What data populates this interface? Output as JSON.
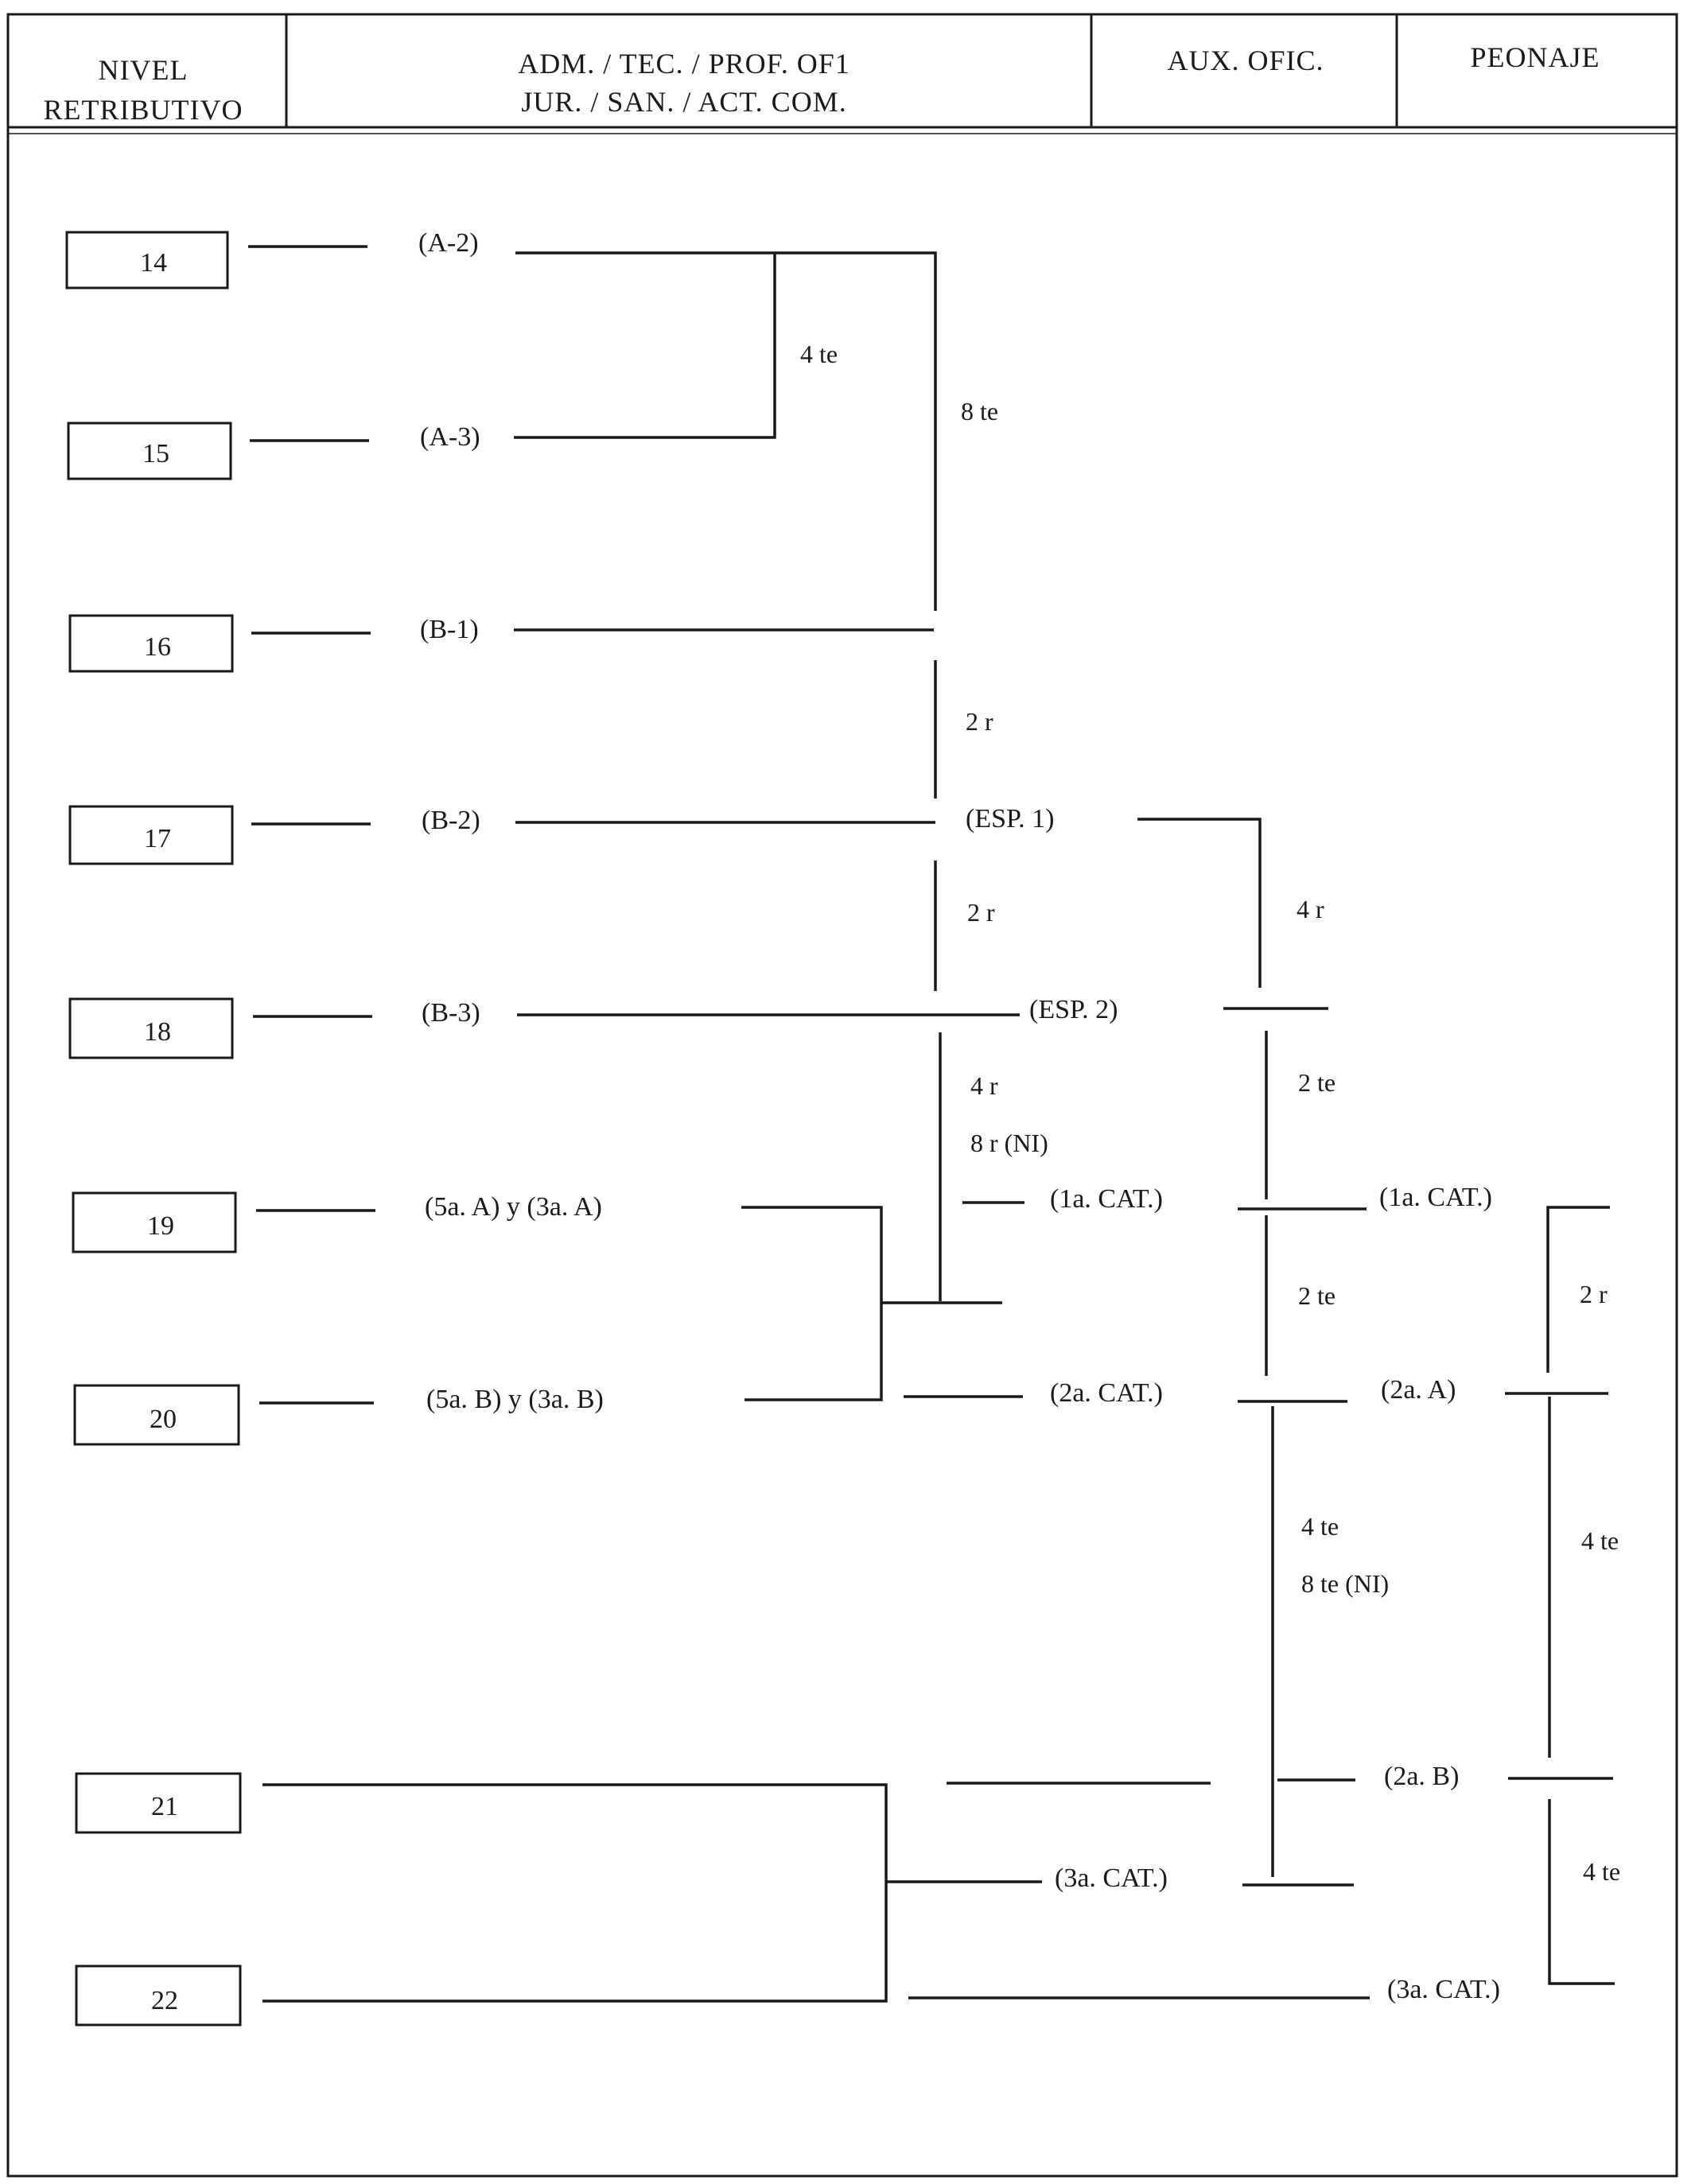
{
  "header": {
    "col1_line1": "NIVEL",
    "col1_line2": "RETRIBUTIVO",
    "col2_line1": "ADM. / TEC. / PROF. OF1",
    "col2_line2": "JUR. / SAN. / ACT. COM.",
    "col3": "AUX. OFIC.",
    "col4": "PEONAJE"
  },
  "levels": [
    "14",
    "15",
    "16",
    "17",
    "18",
    "19",
    "20",
    "21",
    "22"
  ],
  "categories": {
    "a2": "(A-2)",
    "a3": "(A-3)",
    "b1": "(B-1)",
    "b2": "(B-2)",
    "b3": "(B-3)",
    "five_a": "(5a. A) y (3a. A)",
    "five_b": "(5a. B) y (3a. B)",
    "esp1": "(ESP. 1)",
    "esp2": "(ESP. 2)",
    "of_1a": "(1a. CAT.)",
    "of_2a": "(2a. CAT.)",
    "of_3a": "(3a. CAT.)",
    "aux_1a": "(1a. CAT.)",
    "aux_2a": "(2a. A)",
    "aux_2b": "(2a. B)",
    "aux_3a": "(3a. CAT.)"
  },
  "steps": {
    "s_4te_a": "4 te",
    "s_8te_a": "8 te",
    "s_2r_a": "2 r",
    "s_2r_b": "2 r",
    "s_4r_a": "4 r",
    "s_8r_ni": "8 r  (NI)",
    "s_4r_b": "4 r",
    "s_2te_a": "2 te",
    "s_2te_b": "2 te",
    "s_4te_b": "4 te",
    "s_8te_ni": "8 te (NI)",
    "s_2r_c": "2 r",
    "s_4te_c": "4 te",
    "s_4te_d": "4 te"
  }
}
